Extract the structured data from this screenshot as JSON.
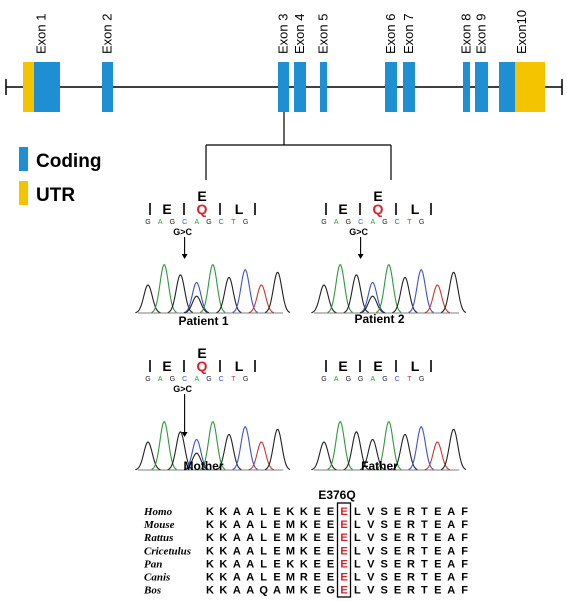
{
  "colors": {
    "coding": "#1f8fd4",
    "utr": "#f5c400",
    "mutant": "#d8202a",
    "line": "#000000",
    "traceA": "#2e9a3e",
    "traceC": "#3a55c8",
    "traceG": "#222222",
    "traceT": "#c83a30"
  },
  "gene": {
    "exons": [
      {
        "label": "Exon 1"
      },
      {
        "label": "Exon 2"
      },
      {
        "label": "Exon 3"
      },
      {
        "label": "Exon 4"
      },
      {
        "label": "Exon 5"
      },
      {
        "label": "Exon 6"
      },
      {
        "label": "Exon 7"
      },
      {
        "label": "Exon 8"
      },
      {
        "label": "Exon 9"
      },
      {
        "label": "Exon10"
      }
    ]
  },
  "legend": {
    "coding_label": "Coding",
    "utr_label": "UTR"
  },
  "panels": [
    {
      "title": "Patient  1",
      "aa": [
        "E",
        "Q",
        "L"
      ],
      "mutant_index": 1,
      "nt": [
        "G",
        "A",
        "G",
        "C",
        "A",
        "G",
        "C",
        "T",
        "G"
      ],
      "mutation": "G>C"
    },
    {
      "title": "Patient 2",
      "aa": [
        "E",
        "Q",
        "L"
      ],
      "mutant_index": 1,
      "nt": [
        "G",
        "A",
        "G",
        "C",
        "A",
        "G",
        "C",
        "T",
        "G"
      ],
      "mutation": "G>C"
    },
    {
      "title": "Mother",
      "aa": [
        "E",
        "Q",
        "L"
      ],
      "mutant_index": 1,
      "nt": [
        "G",
        "A",
        "G",
        "C",
        "A",
        "G",
        "C",
        "T",
        "G"
      ],
      "mutation": "G>C"
    },
    {
      "title": "Father",
      "aa": [
        "E",
        "E",
        "L"
      ],
      "mutant_index": -1,
      "nt": [
        "G",
        "A",
        "G",
        "G",
        "A",
        "G",
        "C",
        "T",
        "G"
      ],
      "mutation": ""
    }
  ],
  "alignment": {
    "mutation_label": "E376Q",
    "species": [
      "Homo",
      "Mouse",
      "Rattus",
      "Cricetulus",
      "Pan",
      "Canis",
      "Bos"
    ],
    "sequences": [
      "KKAALEKKEEELVSERTEAF",
      "KKAALEMKEEELVSERTEAF",
      "KKAALEMKEEELVSERTEAF",
      "KKAALEMKEEELVSERTEAF",
      "KKAALEKKEEELVSERTEAF",
      "KKAALEMREEELVSERTEAF",
      "KKAAQAMKEGELVSERTEAF"
    ],
    "highlight_index": 10
  }
}
